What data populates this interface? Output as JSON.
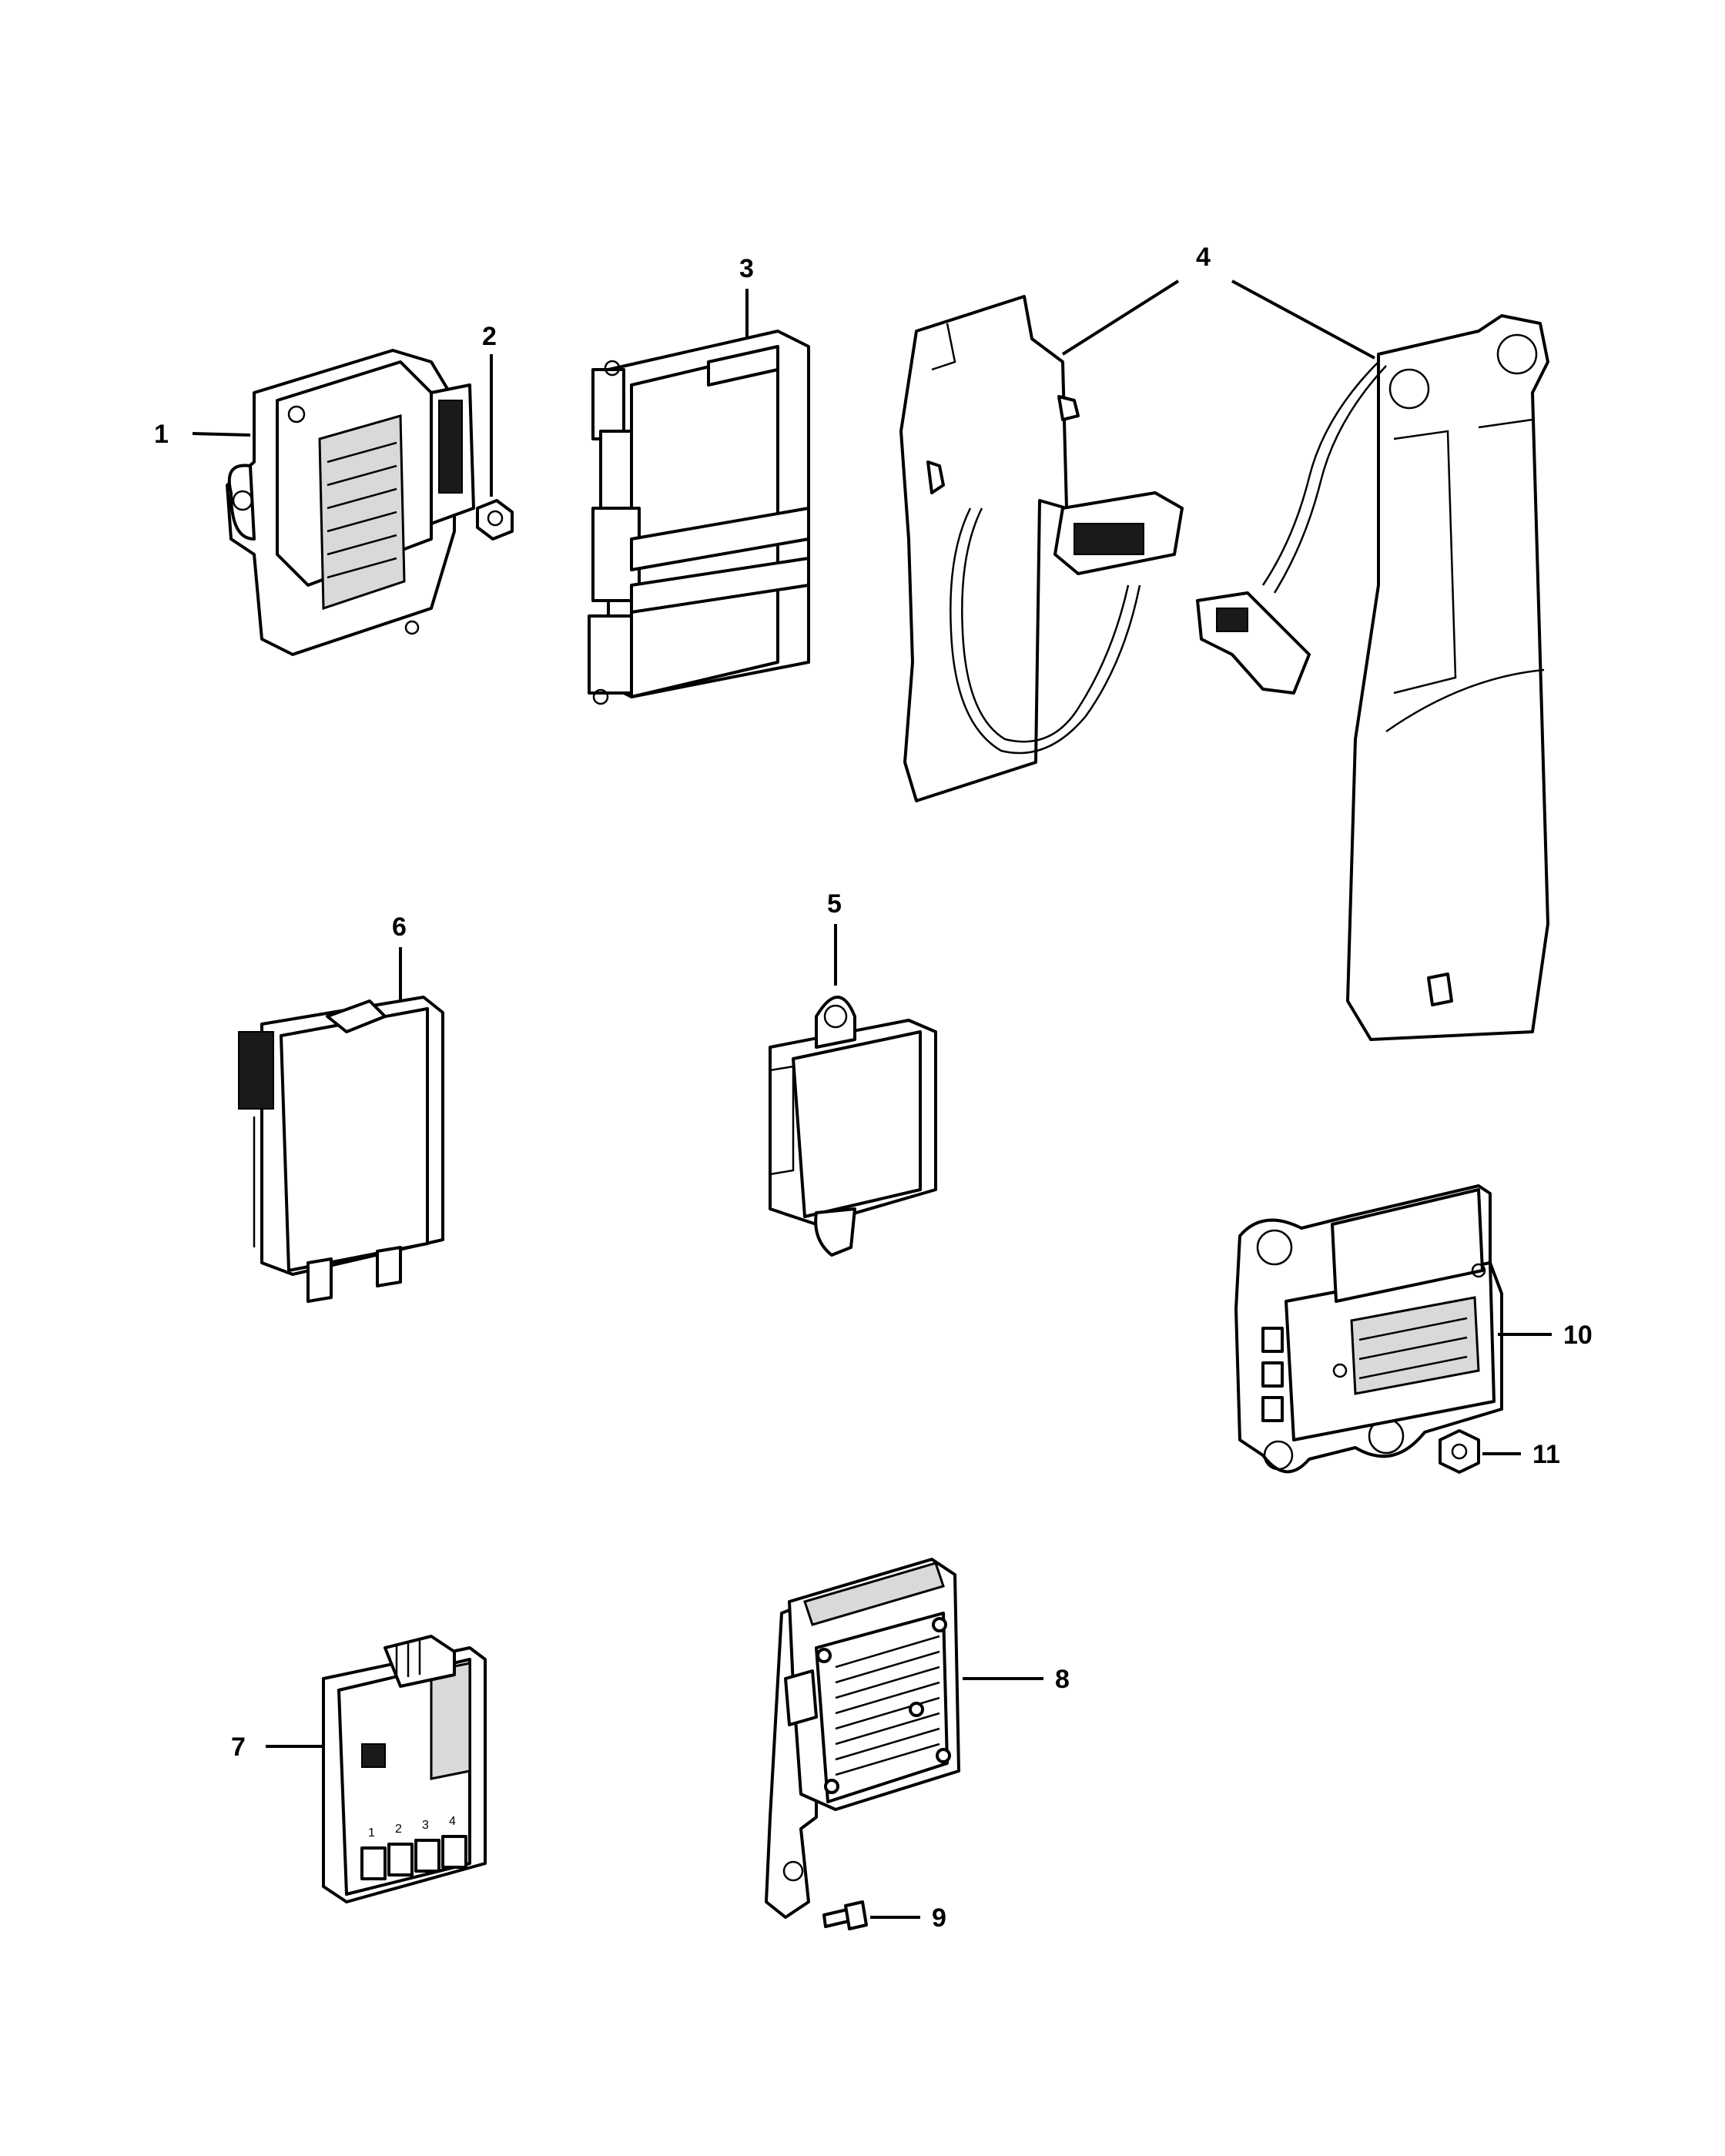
{
  "callouts": {
    "c1": "1",
    "c2": "2",
    "c3": "3",
    "c4": "4",
    "c5": "5",
    "c6": "6",
    "c7": "7",
    "c8": "8",
    "c9": "9",
    "c10": "10",
    "c11": "11"
  },
  "connector_pins": {
    "p1": "1",
    "p2": "2",
    "p3": "3",
    "p4": "4"
  }
}
